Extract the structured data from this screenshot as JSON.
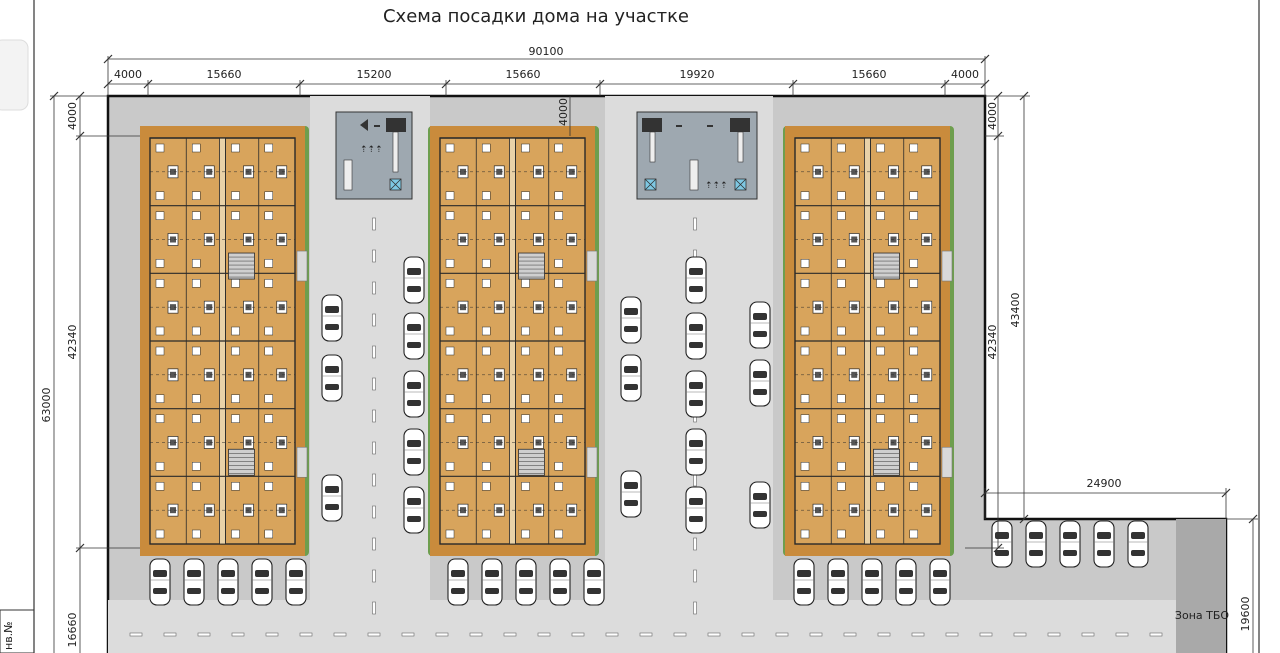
{
  "title": "Схема посадки дома на участке",
  "dimensions": {
    "total_width": "90100",
    "top_segments": [
      "4000",
      "15660",
      "15200",
      "15660",
      "19920",
      "15660",
      "4000"
    ],
    "left_total": "63000",
    "left_building": "42340",
    "left_top": "4000",
    "left_bottom": "16660",
    "inner_top": "4000",
    "right_top": "4000",
    "right_building": "42340",
    "right_total": "43400",
    "annex_width": "24900",
    "annex_height": "19600"
  },
  "zones": {
    "waste_zone": "Зона ТБО"
  },
  "margin_stamp": "нв.№",
  "colors": {
    "lot": "#c9c9c9",
    "road": "#dcdcdc",
    "apartment": "#d8a45c",
    "building_edge": "#c98b3c",
    "lawn": "#6e9e4e",
    "walls": "#2a2a2a",
    "cars": "#ffffff"
  },
  "counts": {
    "buildings": 3,
    "parked_cars": 37
  }
}
